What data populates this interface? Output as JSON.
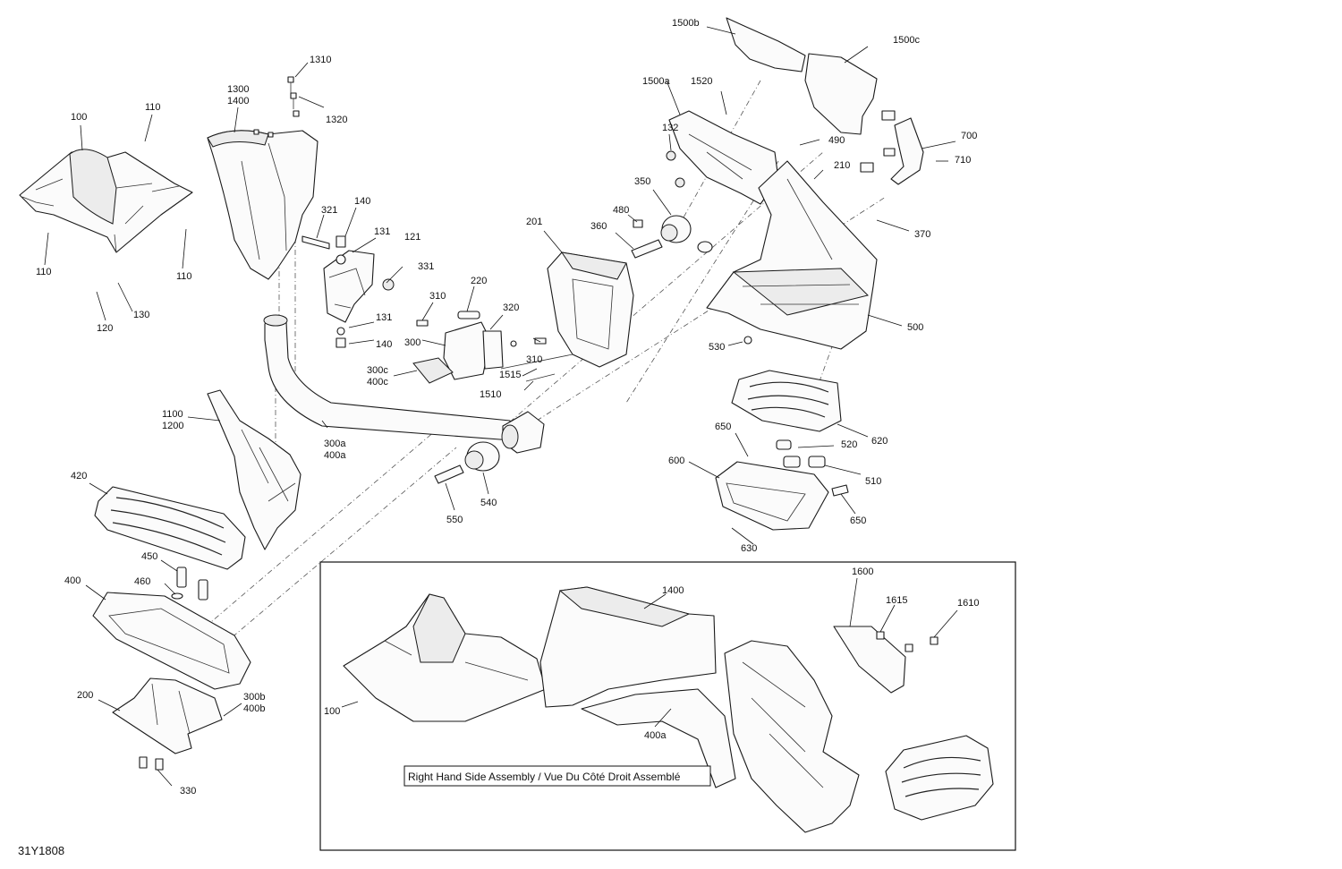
{
  "diagram": {
    "reference_code": "31Y1808",
    "inset_caption": "Right Hand Side Assembly / Vue Du Côté Droit Assemblé",
    "callouts": {
      "c100": "100",
      "c110a": "110",
      "c110b": "110",
      "c110c": "110",
      "c120": "120",
      "c130": "130",
      "c1300": "1300",
      "c1400": "1400",
      "c1310": "1310",
      "c1320": "1320",
      "c321": "321",
      "c140a": "140",
      "c131a": "131",
      "c121": "121",
      "c331": "331",
      "c131b": "131",
      "c140b": "140",
      "c310a": "310",
      "c220": "220",
      "c320": "320",
      "c300": "300",
      "c310b": "310",
      "c300c": "300c",
      "c400c": "400c",
      "c1515": "1515",
      "c1510": "1510",
      "c201": "201",
      "c1500a": "1500a",
      "c1500b": "1500b",
      "c1500c": "1500c",
      "c1520": "1520",
      "c132": "132",
      "c490": "490",
      "c210": "210",
      "c700": "700",
      "c710": "710",
      "c350": "350",
      "c480": "480",
      "c360": "360",
      "c370": "370",
      "c500": "500",
      "c530": "530",
      "c1100": "1100",
      "c1200": "1200",
      "c300a": "300a",
      "c400a": "400a",
      "c540": "540",
      "c550": "550",
      "c620": "620",
      "c650a": "650",
      "c520": "520",
      "c510": "510",
      "c600": "600",
      "c650b": "650",
      "c630": "630",
      "c420": "420",
      "c450": "450",
      "c460": "460",
      "c400": "400",
      "c300b": "300b",
      "c400b": "400b",
      "c200": "200",
      "c330": "330",
      "inset_1400": "1400",
      "inset_1600": "1600",
      "inset_1615": "1615",
      "inset_1610": "1610",
      "inset_100": "100",
      "inset_400a": "400a"
    }
  }
}
